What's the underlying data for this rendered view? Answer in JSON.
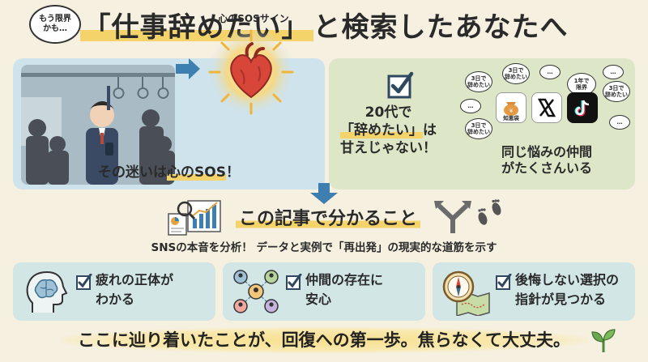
{
  "header": {
    "title_quote": "「仕事辞めたい」",
    "title_rest": "と検索したあなたへ"
  },
  "top_left": {
    "thought": "もう限界\nかも…",
    "sos_label": "心のSOSサイン",
    "caption_pre": "その迷いは",
    "caption_hl": "心のSOS",
    "caption_post": "！"
  },
  "top_right": {
    "line1": "20代で",
    "line2_hl": "「辞めたい」",
    "line2_post": "は",
    "line3": "甘えじゃない！",
    "peers_line1": "同じ悩みの仲間",
    "peers_line2": "がたくさんいる",
    "bubbles": [
      "3日で\n辞めたい",
      "3日で\n辞めたい",
      "…",
      "1年で\n限界",
      "…",
      "3日で\n辞めたい",
      "…",
      "3日で\n辞めたい",
      "…"
    ],
    "apps": [
      {
        "name": "知恵袋",
        "icon": "money-bag-icon",
        "color": "#ffffff"
      },
      {
        "name": "X",
        "icon": "x-logo-icon",
        "color": "#ffffff"
      },
      {
        "name": "TikTok",
        "icon": "tiktok-logo-icon",
        "color": "#111111"
      }
    ]
  },
  "middle": {
    "heading": "この記事で分かること",
    "subtitle": "SNSの本音を分析！ データと実例で「再出発」の現実的な道筋を示す"
  },
  "cards": [
    {
      "line1": "疲れの正体が",
      "line2": "わかる",
      "icon": "head-brain-icon"
    },
    {
      "line1": "仲間の存在に",
      "line2": "安心",
      "icon": "people-network-icon"
    },
    {
      "line1": "後悔しない選択の",
      "line2": "指針が見つかる",
      "icon": "compass-map-icon"
    }
  ],
  "footer": {
    "message": "ここに辿り着いたことが、回復への第一歩。焦らなくて大丈夫。"
  },
  "colors": {
    "background": "#f6f0e1",
    "highlight": "#f4d36b",
    "left_panel": "#cfe3ec",
    "right_panel": "#dde7c7",
    "card": "#d3e6e6",
    "arrow": "#3d7fb0"
  }
}
